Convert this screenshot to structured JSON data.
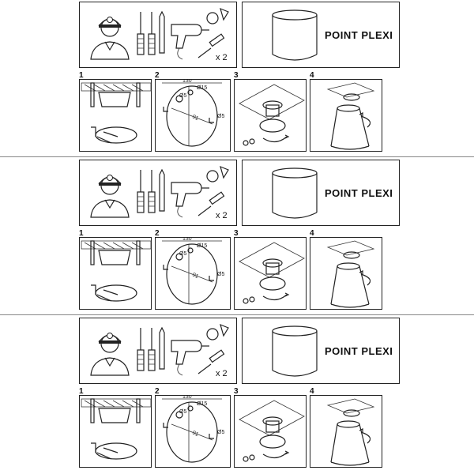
{
  "sheets": [
    {
      "product_title": "POINT PLEXI",
      "quantity_label": "x 2",
      "steps": [
        "1",
        "2",
        "3",
        "4"
      ],
      "dims": {
        "width": "130",
        "d15": "Ø15",
        "d5a": "Ø5",
        "d5b": "Ø5",
        "d91": "91"
      }
    },
    {
      "product_title": "POINT PLEXI",
      "quantity_label": "x 2",
      "steps": [
        "1",
        "2",
        "3",
        "4"
      ],
      "dims": {
        "width": "130",
        "d15": "Ø15",
        "d5a": "Ø5",
        "d5b": "Ø5",
        "d91": "91"
      }
    },
    {
      "product_title": "POINT PLEXI",
      "quantity_label": "x 2",
      "steps": [
        "1",
        "2",
        "3",
        "4"
      ],
      "dims": {
        "width": "130",
        "d15": "Ø15",
        "d5a": "Ø5",
        "d5b": "Ø5",
        "d91": "91"
      }
    }
  ],
  "icons": [
    "electrician-icon",
    "screwdriver-icon",
    "screwdriver-icon",
    "pencil-icon",
    "drill-icon",
    "bulb-icon",
    "screw-anchor-icon"
  ]
}
